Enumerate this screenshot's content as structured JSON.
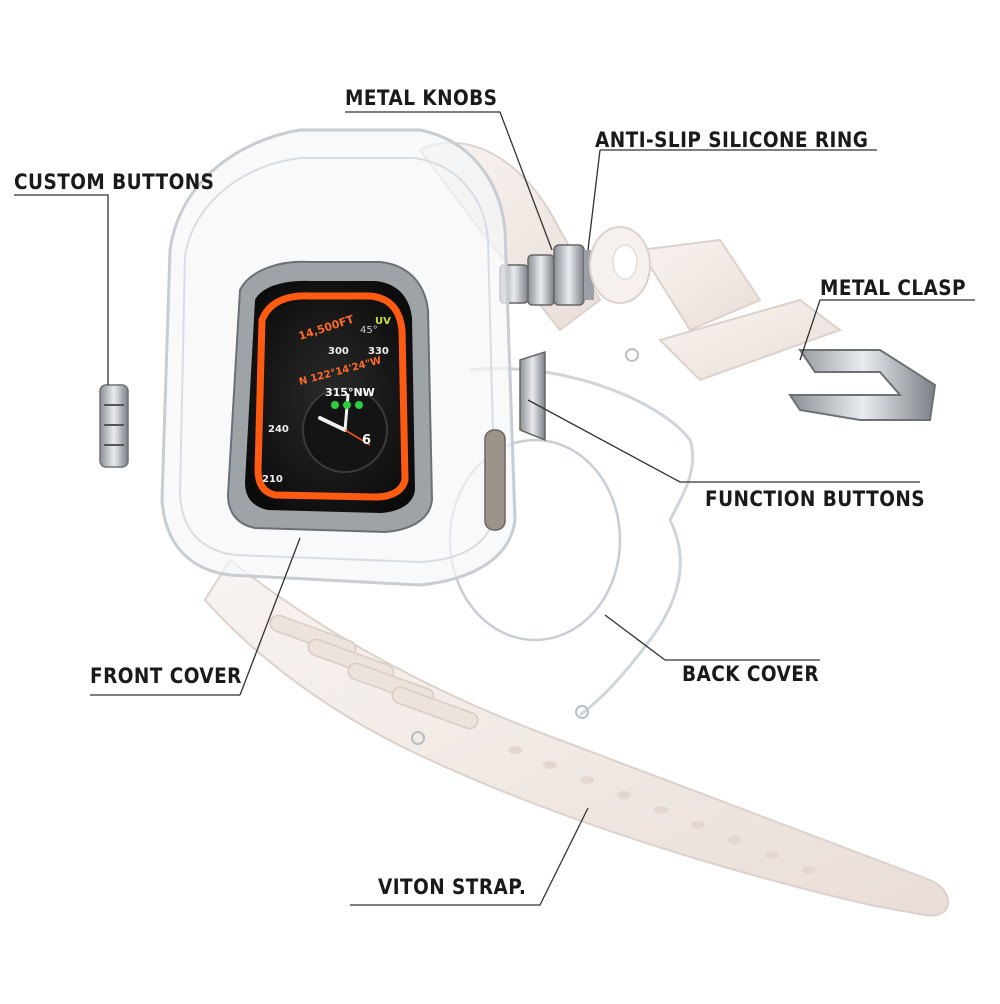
{
  "labels": {
    "custom_buttons": "CUSTOM BUTTONS",
    "metal_knobs": "METAL KNOBS",
    "anti_slip_ring": "ANTI-SLIP SILICONE RING",
    "metal_clasp": "METAL CLASP",
    "function_buttons": "FUNCTION BUTTONS",
    "front_cover": "FRONT COVER",
    "back_cover": "BACK COVER",
    "viton_strap": "VITON STRAP."
  },
  "watch_face": {
    "altitude": "14,500FT",
    "temperature": "45°",
    "uv": "UV",
    "compass_heading": "315°NW",
    "compass_ticks": [
      "300",
      "330"
    ],
    "ring_text": "N 122°14'24\"W",
    "bezel_numbers": [
      "210",
      "240"
    ],
    "date": "6"
  },
  "colors": {
    "strap": "#f3ebe6",
    "frame": "#dfe4e8",
    "accent_orange": "#ff5a12",
    "ink": "#1a1a1a"
  }
}
